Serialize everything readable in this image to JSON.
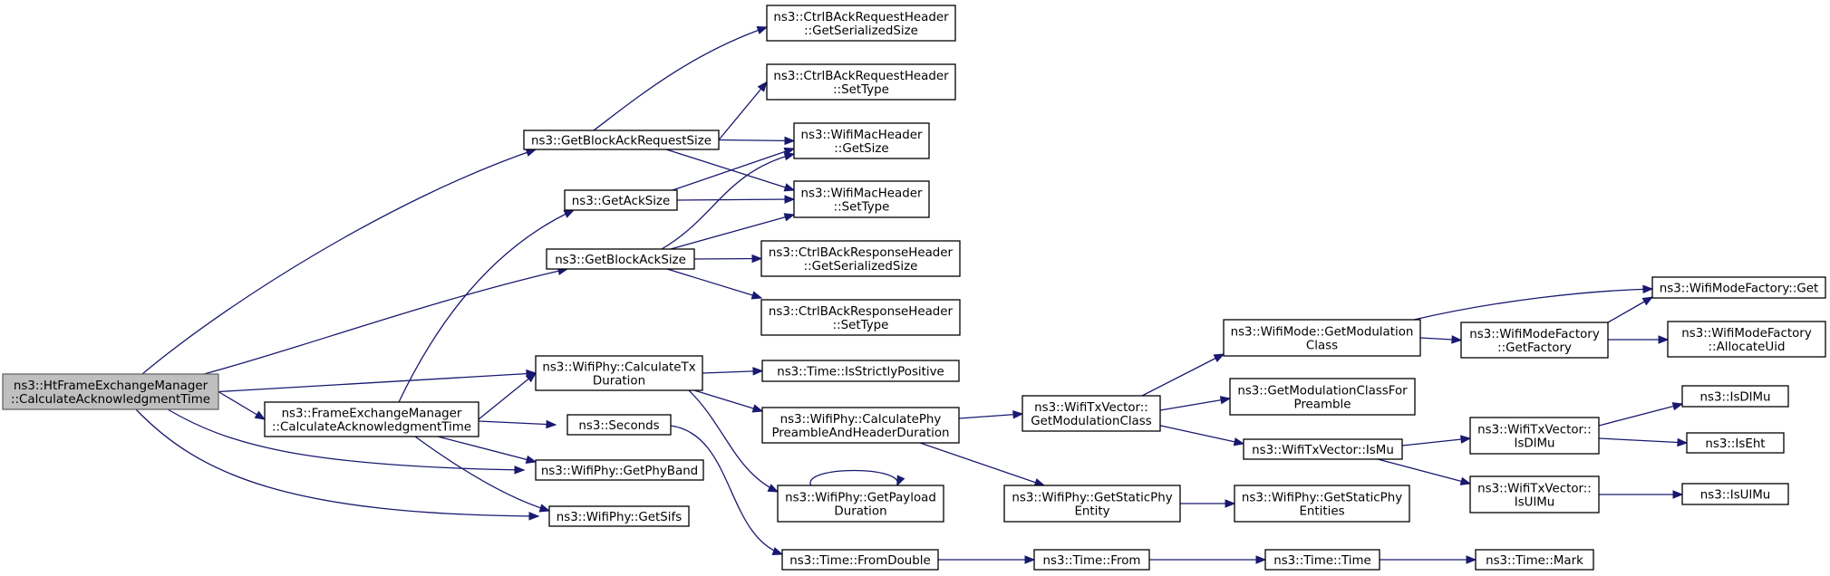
{
  "graph": {
    "edge_color": "#191970",
    "root_fill": "#bfbfbf",
    "nodes": [
      {
        "id": "root",
        "lines": [
          "ns3::HtFrameExchangeManager",
          "::CalculateAcknowledgmentTime"
        ],
        "root": true
      },
      {
        "id": "fem_calc",
        "lines": [
          "ns3::FrameExchangeManager",
          "::CalculateAcknowledgmentTime"
        ]
      },
      {
        "id": "get_bar_size",
        "lines": [
          "ns3::GetBlockAckRequestSize"
        ]
      },
      {
        "id": "get_ack_size",
        "lines": [
          "ns3::GetAckSize"
        ]
      },
      {
        "id": "get_ba_size",
        "lines": [
          "ns3::GetBlockAckSize"
        ]
      },
      {
        "id": "calc_tx",
        "lines": [
          "ns3::WifiPhy::CalculateTx",
          "Duration"
        ]
      },
      {
        "id": "seconds",
        "lines": [
          "ns3::Seconds"
        ]
      },
      {
        "id": "phy_band",
        "lines": [
          "ns3::WifiPhy::GetPhyBand"
        ]
      },
      {
        "id": "get_sifs",
        "lines": [
          "ns3::WifiPhy::GetSifs"
        ]
      },
      {
        "id": "bar_ser",
        "lines": [
          "ns3::CtrlBAckRequestHeader",
          "::GetSerializedSize"
        ]
      },
      {
        "id": "bar_type",
        "lines": [
          "ns3::CtrlBAckRequestHeader",
          "::SetType"
        ]
      },
      {
        "id": "mac_size",
        "lines": [
          "ns3::WifiMacHeader",
          "::GetSize"
        ]
      },
      {
        "id": "mac_type",
        "lines": [
          "ns3::WifiMacHeader",
          "::SetType"
        ]
      },
      {
        "id": "bresp_ser",
        "lines": [
          "ns3::CtrlBAckResponseHeader",
          "::GetSerializedSize"
        ]
      },
      {
        "id": "bresp_type",
        "lines": [
          "ns3::CtrlBAckResponseHeader",
          "::SetType"
        ]
      },
      {
        "id": "strictly_pos",
        "lines": [
          "ns3::Time::IsStrictlyPositive"
        ]
      },
      {
        "id": "preamble_dur",
        "lines": [
          "ns3::WifiPhy::CalculatePhy",
          "PreambleAndHeaderDuration"
        ]
      },
      {
        "id": "payload_dur",
        "lines": [
          "ns3::WifiPhy::GetPayload",
          "Duration"
        ]
      },
      {
        "id": "from_double",
        "lines": [
          "ns3::Time::FromDouble"
        ]
      },
      {
        "id": "txv_modclass",
        "lines": [
          "ns3::WifiTxVector::",
          "GetModulationClass"
        ]
      },
      {
        "id": "static_phy",
        "lines": [
          "ns3::WifiPhy::GetStaticPhy",
          "Entity"
        ]
      },
      {
        "id": "time_from",
        "lines": [
          "ns3::Time::From"
        ]
      },
      {
        "id": "mode_modclass",
        "lines": [
          "ns3::WifiMode::GetModulation",
          "Class"
        ]
      },
      {
        "id": "modclass_preamble",
        "lines": [
          "ns3::GetModulationClassFor",
          "Preamble"
        ]
      },
      {
        "id": "txv_ismu",
        "lines": [
          "ns3::WifiTxVector::IsMu"
        ]
      },
      {
        "id": "static_entities",
        "lines": [
          "ns3::WifiPhy::GetStaticPhy",
          "Entities"
        ]
      },
      {
        "id": "time_time",
        "lines": [
          "ns3::Time::Time"
        ]
      },
      {
        "id": "factory_get",
        "lines": [
          "ns3::WifiModeFactory::Get"
        ]
      },
      {
        "id": "get_factory",
        "lines": [
          "ns3::WifiModeFactory",
          "::GetFactory"
        ]
      },
      {
        "id": "allocate_uid",
        "lines": [
          "ns3::WifiModeFactory",
          "::AllocateUid"
        ]
      },
      {
        "id": "txv_isdlmu",
        "lines": [
          "ns3::WifiTxVector::",
          "IsDlMu"
        ]
      },
      {
        "id": "txv_isulmu",
        "lines": [
          "ns3::WifiTxVector::",
          "IsUlMu"
        ]
      },
      {
        "id": "is_dlmu",
        "lines": [
          "ns3::IsDlMu"
        ]
      },
      {
        "id": "is_eht",
        "lines": [
          "ns3::IsEht"
        ]
      },
      {
        "id": "is_ulmu",
        "lines": [
          "ns3::IsUlMu"
        ]
      },
      {
        "id": "time_mark",
        "lines": [
          "ns3::Time::Mark"
        ]
      }
    ],
    "edges": [
      {
        "from": "root",
        "to": "get_bar_size"
      },
      {
        "from": "root",
        "to": "get_ba_size"
      },
      {
        "from": "root",
        "to": "calc_tx"
      },
      {
        "from": "root",
        "to": "fem_calc"
      },
      {
        "from": "root",
        "to": "phy_band"
      },
      {
        "from": "root",
        "to": "get_sifs"
      },
      {
        "from": "fem_calc",
        "to": "get_ack_size"
      },
      {
        "from": "fem_calc",
        "to": "calc_tx"
      },
      {
        "from": "fem_calc",
        "to": "seconds"
      },
      {
        "from": "fem_calc",
        "to": "phy_band"
      },
      {
        "from": "fem_calc",
        "to": "get_sifs"
      },
      {
        "from": "get_bar_size",
        "to": "bar_ser"
      },
      {
        "from": "get_bar_size",
        "to": "bar_type"
      },
      {
        "from": "get_bar_size",
        "to": "mac_size"
      },
      {
        "from": "get_bar_size",
        "to": "mac_type"
      },
      {
        "from": "get_ack_size",
        "to": "mac_size"
      },
      {
        "from": "get_ack_size",
        "to": "mac_type"
      },
      {
        "from": "get_ba_size",
        "to": "mac_size"
      },
      {
        "from": "get_ba_size",
        "to": "mac_type"
      },
      {
        "from": "get_ba_size",
        "to": "bresp_ser"
      },
      {
        "from": "get_ba_size",
        "to": "bresp_type"
      },
      {
        "from": "calc_tx",
        "to": "strictly_pos"
      },
      {
        "from": "calc_tx",
        "to": "preamble_dur"
      },
      {
        "from": "calc_tx",
        "to": "payload_dur"
      },
      {
        "from": "payload_dur",
        "to": "payload_dur"
      },
      {
        "from": "seconds",
        "to": "from_double"
      },
      {
        "from": "preamble_dur",
        "to": "txv_modclass"
      },
      {
        "from": "preamble_dur",
        "to": "static_phy"
      },
      {
        "from": "from_double",
        "to": "time_from"
      },
      {
        "from": "txv_modclass",
        "to": "mode_modclass"
      },
      {
        "from": "txv_modclass",
        "to": "modclass_preamble"
      },
      {
        "from": "txv_modclass",
        "to": "txv_ismu"
      },
      {
        "from": "static_phy",
        "to": "static_entities"
      },
      {
        "from": "time_from",
        "to": "time_time"
      },
      {
        "from": "mode_modclass",
        "to": "factory_get"
      },
      {
        "from": "mode_modclass",
        "to": "get_factory"
      },
      {
        "from": "get_factory",
        "to": "factory_get"
      },
      {
        "from": "get_factory",
        "to": "allocate_uid"
      },
      {
        "from": "txv_ismu",
        "to": "txv_isdlmu"
      },
      {
        "from": "txv_ismu",
        "to": "txv_isulmu"
      },
      {
        "from": "txv_isdlmu",
        "to": "is_dlmu"
      },
      {
        "from": "txv_isdlmu",
        "to": "is_eht"
      },
      {
        "from": "txv_isulmu",
        "to": "is_ulmu"
      },
      {
        "from": "time_time",
        "to": "time_mark"
      }
    ]
  }
}
